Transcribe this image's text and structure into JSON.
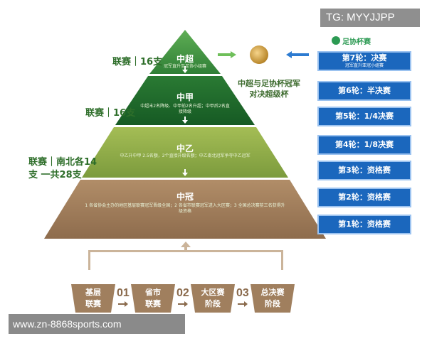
{
  "badges": {
    "tg": "TG: MYYJJPP",
    "site": "www.zn-8868sports.com"
  },
  "tiers": [
    {
      "title": "中超",
      "side_label": "联赛｜16支",
      "sub": "冠军直升至足协小组赛",
      "color": "#3a8a3a"
    },
    {
      "title": "中甲",
      "side_label": "联赛｜16支",
      "sub": "中超末2名降级、中甲前2名升超；中甲后2名直接降级",
      "color": "#1f6b2c"
    },
    {
      "title": "中乙",
      "side_label": "联赛｜南北各14支 一共28支",
      "sub": "中乙升中甲 2.5名额，2个直接升级名额；中乙南北冠军争夺中乙冠军",
      "color": "#8ba846"
    },
    {
      "title": "中冠",
      "side_label": "",
      "sub": "1 各省协会主办的地区基层联赛冠军晋级全国；2 各省市联赛冠军进入大区赛；3 全国总决赛前三名获得升级资格",
      "color": "#a07f5e"
    }
  ],
  "cup": {
    "caption_line1": "中超与足协杯冠军",
    "caption_line2": "对决超级杯",
    "logo_text": "足协杯赛"
  },
  "rounds": [
    {
      "label": "第7轮：决赛",
      "sub": "冠军直升亚冠小组赛"
    },
    {
      "label": "第6轮：半决赛",
      "sub": ""
    },
    {
      "label": "第5轮：1/4决赛",
      "sub": ""
    },
    {
      "label": "第4轮：1/8决赛",
      "sub": ""
    },
    {
      "label": "第3轮：资格赛",
      "sub": ""
    },
    {
      "label": "第2轮：资格赛",
      "sub": ""
    },
    {
      "label": "第1轮：资格赛",
      "sub": ""
    }
  ],
  "stages": [
    {
      "label_line1": "基层",
      "label_line2": "联赛"
    },
    {
      "label_line1": "省市",
      "label_line2": "联赛"
    },
    {
      "label_line1": "大区赛",
      "label_line2": "阶段"
    },
    {
      "label_line1": "总决赛",
      "label_line2": "阶段"
    }
  ],
  "stage_numbers": [
    "01",
    "02",
    "03"
  ],
  "colors": {
    "round_blue": "#1b67bd",
    "stage_brown": "#a07f5e",
    "side_label_green": "#2e6e2a"
  }
}
